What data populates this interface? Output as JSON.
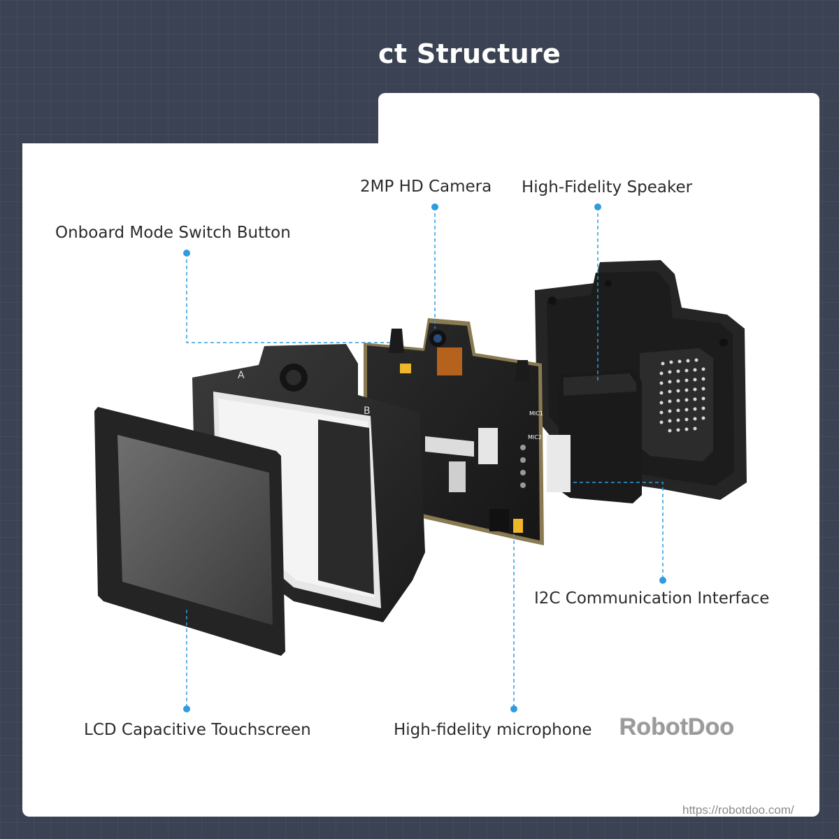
{
  "header": {
    "title": "ct Structure"
  },
  "callouts": {
    "camera": "2MP HD Camera",
    "speaker": "High-Fidelity Speaker",
    "mode_switch": "Onboard Mode Switch Button",
    "i2c": "I2C Communication Interface",
    "touchscreen": "LCD Capacitive Touchscreen",
    "microphone": "High-fidelity microphone"
  },
  "device": {
    "button_a": "A",
    "button_b": "B",
    "mic1": "MIC1",
    "mic2": "MIC2"
  },
  "branding": {
    "watermark": "RobotDoo",
    "url": "https://robotdoo.com/"
  },
  "colors": {
    "background": "#3b4253",
    "card": "#ffffff",
    "leader_line": "#2f9be0",
    "device_body": "#262626"
  }
}
